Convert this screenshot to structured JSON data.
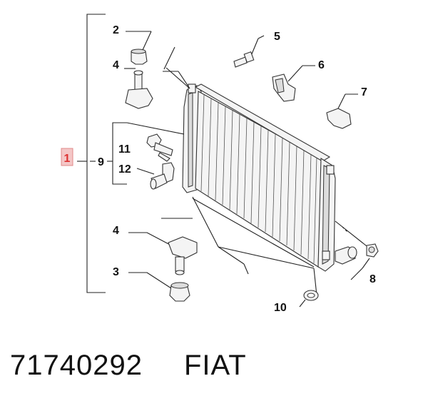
{
  "callouts": {
    "c1": "1",
    "c2": "2",
    "c3": "3",
    "c4a": "4",
    "c4b": "4",
    "c5": "5",
    "c6": "6",
    "c7": "7",
    "c8": "8",
    "c9": "9",
    "c10": "10",
    "c11": "11",
    "c12": "12"
  },
  "caption": {
    "part_number": "71740292",
    "brand": "FIAT"
  },
  "colors": {
    "highlight_box": "#f4c7c7",
    "highlight_text": "#dd3333",
    "line": "#222222"
  }
}
